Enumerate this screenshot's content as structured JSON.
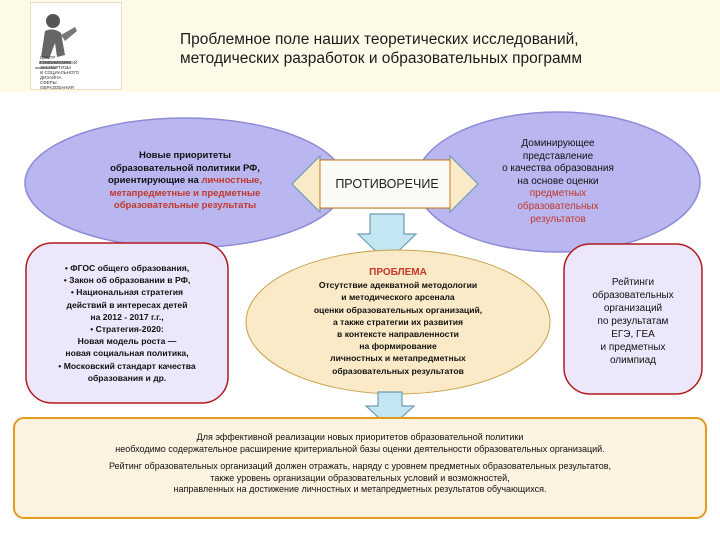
{
  "logo": {
    "lines": [
      "ЦЕНТР",
      "ГУМАНИТАРНОЙ ЭКСПЕРТИЗЫ",
      "И СОЦИАЛЬНОГО ДИЗАЙНА",
      "СФЕРЫ ОБРАЗОВАНИЯ"
    ]
  },
  "title": {
    "line1": "Проблемное поле наших теоретических исследований,",
    "line2": "методических разработок и образовательных программ"
  },
  "left_ellipse": {
    "line1": "Новые приоритеты",
    "line2": "образовательной политики РФ,",
    "line3_prefix": "ориентирующие на ",
    "line3_highlight": "личностные,",
    "line4": "метапредметные и предметные",
    "line5": "образовательные результаты"
  },
  "contradiction": {
    "label": "ПРОТИВОРЕЧИЕ"
  },
  "right_ellipse": {
    "line1": "Доминирующее",
    "line2": "представление",
    "line3": "о качества образования",
    "line4": "на основе оценки",
    "line5": "предметных",
    "line6": "образовательных",
    "line7": "результатов"
  },
  "documents_box": {
    "lines": [
      "• ФГОС общего образования,",
      "• Закон об образовании в РФ,",
      "• Национальная стратегия",
      "действий в интересах детей",
      "на 2012 - 2017 г.г.,",
      "• Стратегия-2020:",
      "Новая модель роста —",
      "новая социальная политика,",
      "• Московский стандарт качества",
      "образования и др."
    ]
  },
  "problem": {
    "title": "ПРОБЛЕМА",
    "lines": [
      "Отсутствие адекватной методологии",
      "и методического арсенала",
      "оценки образовательных организаций,",
      "а также стратегии их развития",
      "в контексте направленности",
      "на формирование",
      "личностных и метапредметных",
      "образовательных результатов"
    ]
  },
  "ratings_box": {
    "lines": [
      "Рейтинги",
      "образовательных",
      "организаций",
      "по результатам",
      "ЕГЭ, ГЕА",
      "и предметных",
      "олимпиад"
    ]
  },
  "bottom": {
    "line1": "Для эффективной реализации новых приоритетов образовательной политики",
    "line2": "необходимо содержательное расширение критериальной базы оценки деятельности образовательных организаций.",
    "line3": "Рейтинг образовательных организаций должен отражать, наряду с уровнем предметных образовательных результатов,",
    "line4": "также уровень организации образовательных условий и возможностей,",
    "line5": "направленных на достижение личностных и метапредметных результатов обучающихся."
  },
  "colors": {
    "ellipse_fill": "#bab6f0",
    "ellipse_stroke": "#8f8ad6",
    "box_fill": "#ede7fb",
    "box_stroke": "#b01c1c",
    "problem_fill": "#fbeac7",
    "bottom_fill": "#fdf3e0",
    "bottom_stroke": "#e29b1c",
    "arrow_fill": "#c3e7f2",
    "arrow_stroke": "#6f9db0",
    "accent_red": "#c0392b"
  }
}
